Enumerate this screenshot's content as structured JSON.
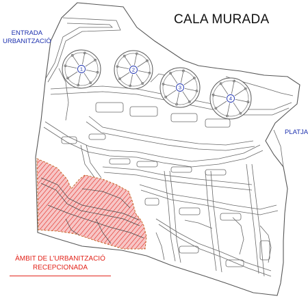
{
  "map": {
    "title": "CALA MURADA",
    "entrance_label": {
      "line1": "ENTRADA",
      "line2": "URBANITZACIÓ"
    },
    "beach_label": "PLATJA",
    "scope_label": {
      "line1": "ÀMBIT DE L'URBANITZACIÓ",
      "line2": "RECEPCIONADA"
    },
    "roundabout_numbers": [
      "1",
      "2",
      "3",
      "4"
    ],
    "colors": {
      "scope_fill": "#f3b3b3",
      "scope_hatch": "#e2231a",
      "labels": "#1b2fae",
      "linework": "#555555"
    }
  }
}
